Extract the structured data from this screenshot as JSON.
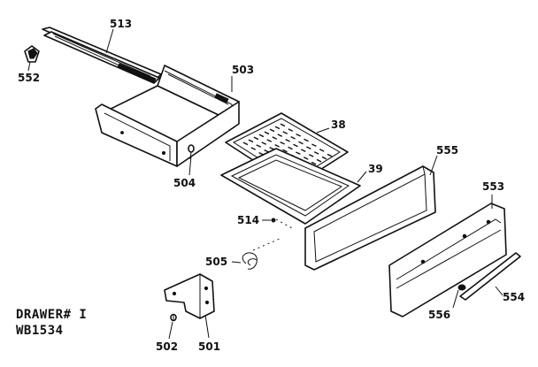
{
  "labels": {
    "p513": "513",
    "p552": "552",
    "p503": "503",
    "p38": "38",
    "p504": "504",
    "p39": "39",
    "p555": "555",
    "p553": "553",
    "p514": "514",
    "p505": "505",
    "p554": "554",
    "p556": "556",
    "p502": "502",
    "p501": "501"
  },
  "caption": {
    "line1": "DRAWER# I",
    "line2": "WB1534"
  },
  "colors": {
    "ink": "#111111",
    "paper": "#ffffff"
  }
}
